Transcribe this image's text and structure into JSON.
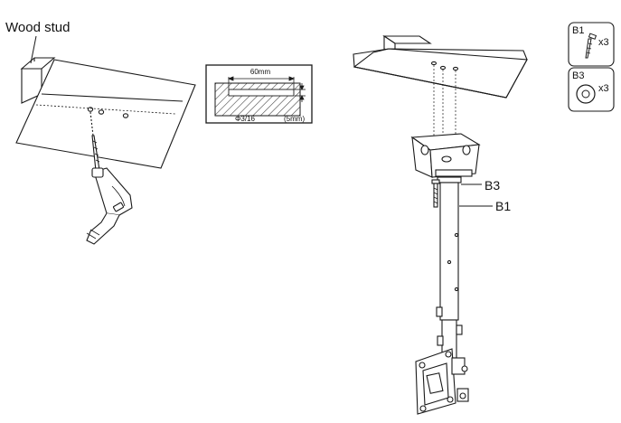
{
  "callouts": {
    "wood_stud": "Wood stud",
    "b3": "B3",
    "b1": "B1"
  },
  "drill_detail": {
    "depth": "60mm",
    "diameter": "Φ3/16",
    "diameter_metric": "(5mm)"
  },
  "parts": [
    {
      "code": "B1",
      "quantity": "x3",
      "icon": "lag-bolt-icon"
    },
    {
      "code": "B3",
      "quantity": "x3",
      "icon": "washer-icon"
    }
  ],
  "colors": {
    "line": "#1a1a1a",
    "hatch": "#333333",
    "background": "#ffffff"
  }
}
